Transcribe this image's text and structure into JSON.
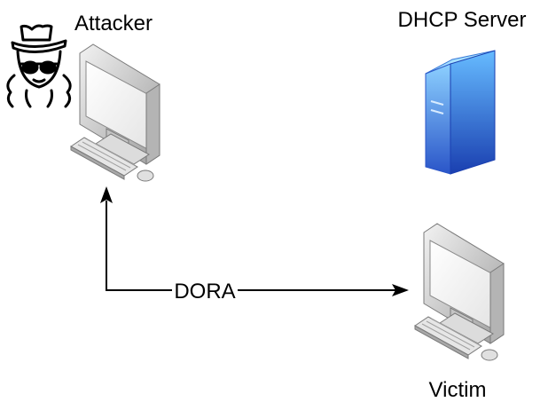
{
  "nodes": {
    "attacker": {
      "label": "Attacker",
      "icon": "hacker-icon"
    },
    "dhcp_server": {
      "label": "DHCP Server",
      "icon": "server-icon"
    },
    "victim": {
      "label": "Victim",
      "icon": "computer-icon"
    }
  },
  "edges": [
    {
      "from": "attacker",
      "to": "victim",
      "label": "DORA",
      "direction": "bidirectional"
    }
  ],
  "colors": {
    "line": "#000000",
    "monitor_frame": "#c8c8c8",
    "server_light": "#66bbff",
    "server_dark": "#1a3fb0"
  }
}
